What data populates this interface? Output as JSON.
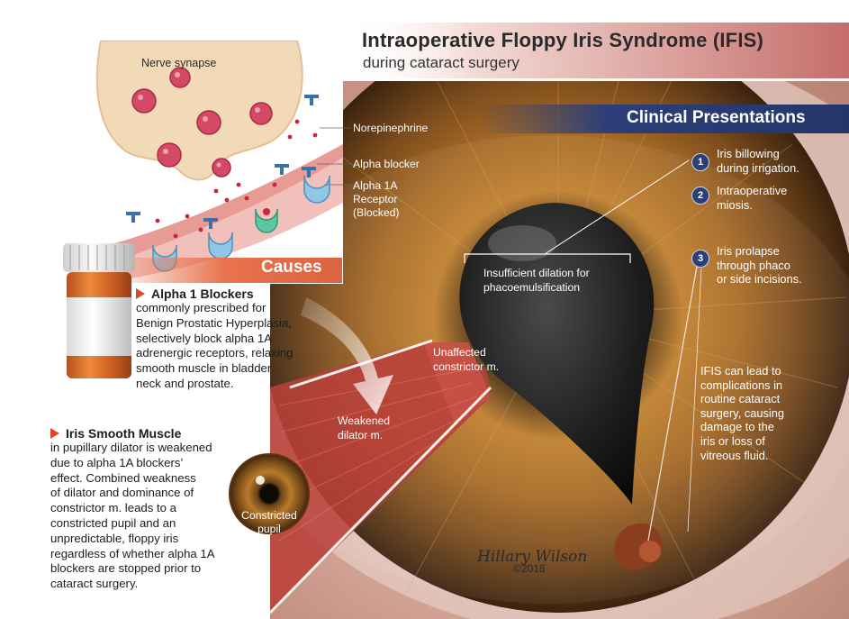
{
  "header": {
    "title": "Intraoperative Floppy Iris Syndrome (IFIS)",
    "subtitle": "during cataract surgery"
  },
  "synapse": {
    "nerve_label": "Nerve synapse",
    "norepinephrine_label": "Norepinephrine",
    "alpha_blocker_label": "Alpha blocker",
    "receptor_label_line1": "Alpha 1A",
    "receptor_label_line2": "Receptor",
    "receptor_label_line3": "(Blocked)"
  },
  "causes": {
    "banner": "Causes",
    "alpha_heading": "Alpha 1 Blockers",
    "alpha_body": [
      "commonly prescribed for",
      "Benign Prostatic Hyperplasia,",
      "selectively block alpha 1A",
      "adrenergic receptors, relaxing",
      "smooth muscle in bladder",
      "neck and prostate."
    ],
    "iris_heading": "Iris Smooth Muscle",
    "iris_body": [
      "in pupillary dilator is weakened",
      "due to alpha 1A blockers’",
      "effect. Combined weakness",
      "of dilator and dominance of",
      "constrictor m. leads to a",
      "constricted pupil and an",
      "unpredictable, floppy iris",
      "regardless of whether alpha 1A",
      "blockers are stopped prior to",
      "cataract surgery."
    ]
  },
  "eye_labels": {
    "insufficient_line1": "Insufficient dilation for",
    "insufficient_line2": "phacoemulsification",
    "unaffected_line1": "Unaffected",
    "unaffected_line2": "constrictor m.",
    "weakened_line1": "Weakened",
    "weakened_line2": "dilator m.",
    "constricted_line1": "Constricted",
    "constricted_line2": "pupil"
  },
  "clinical": {
    "heading": "Clinical Presentations",
    "items": [
      {
        "num": "1",
        "line1": "Iris billowing",
        "line2": "during irrigation.",
        "line3": ""
      },
      {
        "num": "2",
        "line1": "Intraoperative",
        "line2": "miosis.",
        "line3": ""
      },
      {
        "num": "3",
        "line1": "Iris prolapse",
        "line2": "through phaco",
        "line3": "or side incisions."
      }
    ],
    "note": [
      "IFIS can lead to",
      "complications in",
      "routine cataract",
      "surgery, causing",
      "damage to the",
      "iris or loss of",
      "vitreous fluid."
    ]
  },
  "signature": {
    "name": "Hillary Wilson",
    "copyright": "©2018"
  },
  "colors": {
    "accent_navy": "#2d3f78",
    "causes_orange": "#e8734e",
    "bullet_red": "#d9482b"
  }
}
